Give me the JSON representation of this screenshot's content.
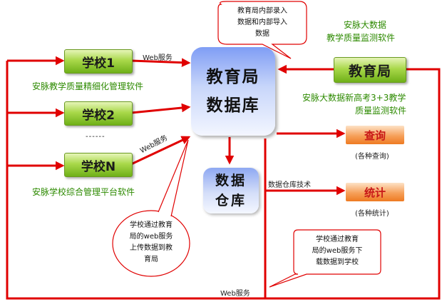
{
  "schools": [
    {
      "label": "学校1",
      "software": "安脉教学质量精细化管理软件"
    },
    {
      "label": "学校2"
    },
    {
      "label": "学校N",
      "software": "安脉学校综合管理平台软件"
    }
  ],
  "ellipsis": "------",
  "database": {
    "line1": "教育局",
    "line2": "数据库"
  },
  "warehouse": {
    "line1": "数据",
    "line2": "仓库",
    "tech_label": "数据仓库技术"
  },
  "bureau": {
    "label": "教育局",
    "top_software_line1": "安脉大数据",
    "top_software_line2": "教学质量监测软件",
    "bottom_software_line1": "安脉大数据新高考3+3教学",
    "bottom_software_line2": "质量监测软件"
  },
  "outputs": {
    "query": {
      "label": "查询",
      "note": "(各种查询)"
    },
    "stats": {
      "label": "统计",
      "note": "(各种统计)"
    }
  },
  "web_service_labels": {
    "top": "Web服务",
    "diagonal": "Web服务",
    "bottom": "Web服务"
  },
  "callouts": {
    "top": {
      "line1": "教育局内部录入",
      "line2": "数据和内部导入",
      "line3": "数据"
    },
    "left": {
      "line1": "学校通过教育",
      "line2": "局的web服务",
      "line3": "上传数据到教",
      "line4": "育局"
    },
    "right": {
      "line1": "学校通过教育",
      "line2": "局的web服务下",
      "line3": "载数据到学校"
    }
  },
  "colors": {
    "arrow": "#e00000",
    "green_text": "#2d8a00",
    "orange_text": "#c81818"
  }
}
